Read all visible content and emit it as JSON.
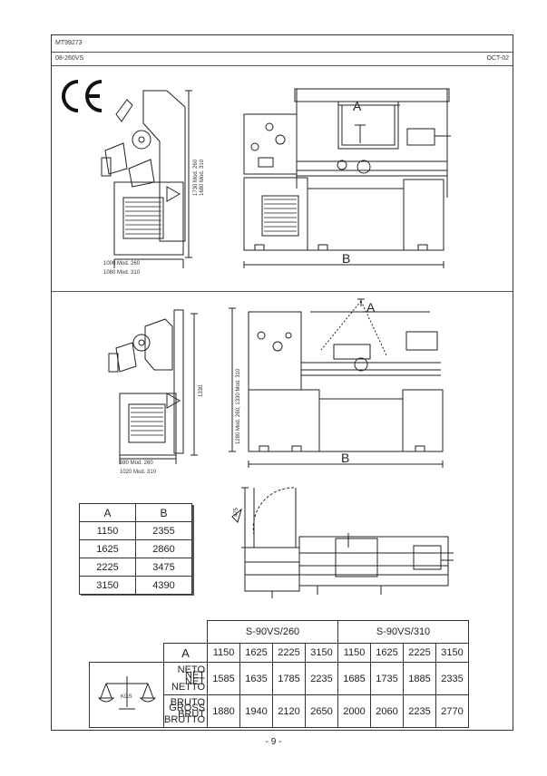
{
  "header": {
    "doc_code": "MT99273",
    "model_code": "08-260VS",
    "date": "OCT-02"
  },
  "drawing_top": {
    "height_label": "1730 Mod. 260",
    "height_label_2": "1680 Mod. 310",
    "width_label": "1000 Mod. 260",
    "width_label_2": "1080 Mod. 310",
    "label_a": "A",
    "label_b": "B"
  },
  "drawing_middle": {
    "height_label": "1330",
    "height_label_side": "1280 Mod. 260, 1330 Mod. 310",
    "width_label": "980 Mod. 260",
    "width_label_2": "1020 Mod. 310",
    "label_a": "A",
    "label_b": "B"
  },
  "drawing_bottom": {
    "height_label": "475"
  },
  "ab_table": {
    "headers": [
      "A",
      "B"
    ],
    "rows": [
      [
        "1150",
        "2355"
      ],
      [
        "1625",
        "2860"
      ],
      [
        "2225",
        "3475"
      ],
      [
        "3150",
        "4390"
      ]
    ]
  },
  "weight_table": {
    "models": [
      "S-90VS/260",
      "S-90VS/310"
    ],
    "a_label": "A",
    "a_values": [
      "1150",
      "1625",
      "2225",
      "3150",
      "1150",
      "1625",
      "2225",
      "3150"
    ],
    "net_label": [
      "NETO",
      "NET",
      "NET",
      "NETTO"
    ],
    "net_values": [
      "1585",
      "1635",
      "1785",
      "2235",
      "1685",
      "1735",
      "1885",
      "2335"
    ],
    "gross_label": [
      "BRUTO",
      "GROSS",
      "BRUT",
      "BRUTTO"
    ],
    "gross_values": [
      "1880",
      "1940",
      "2120",
      "2650",
      "2000",
      "2060",
      "2235",
      "2770"
    ],
    "unit": "KGS"
  },
  "footer": {
    "page": "- 9 -"
  }
}
